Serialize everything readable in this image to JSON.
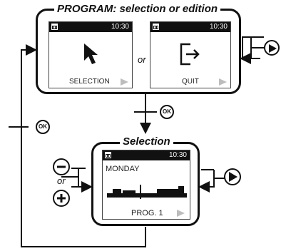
{
  "top_panel": {
    "title": "PROGRAM: selection or edition",
    "or_label": "or",
    "left_screen": {
      "time": "10:30",
      "label": "SELECTION",
      "icon": "cursor-arrow-icon"
    },
    "right_screen": {
      "time": "10:30",
      "label": "QUIT",
      "icon": "exit-icon"
    }
  },
  "bottom_panel": {
    "title": "Selection",
    "screen": {
      "time": "10:30",
      "day": "MONDAY",
      "label": "PROG. 1",
      "icon": "program-bars-icon"
    },
    "or_label": "or"
  },
  "buttons": {
    "ok_left": "OK",
    "ok_center": "OK",
    "minus": "minus-button",
    "plus": "plus-button",
    "next_top": "next-button",
    "next_bottom": "next-button"
  }
}
